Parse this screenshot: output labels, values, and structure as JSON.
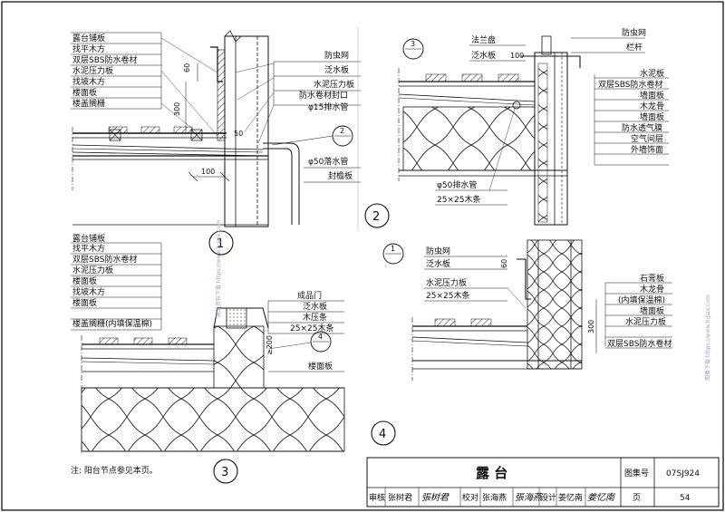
{
  "sheet": {
    "note": "注:   阳台节点参见本页。",
    "title": "露 台",
    "atlas_label": "图集号",
    "atlas_no": "07SJ924",
    "page_label": "页",
    "page_no": "54",
    "review_label": "审核",
    "reviewer": "张树君",
    "reviewer_sign": "張树君",
    "check_label": "校对",
    "checker": "张海燕",
    "checker_sign": "張海燕",
    "design_label": "设计",
    "designer": "姜忆南",
    "designer_sign": "姜忆南",
    "watermark_left": "建筑资料下载 https://www.tujiax.com",
    "watermark_right": "图集下载 https://www.tujiax.com"
  },
  "d1": {
    "left_labels": [
      "露台铺板",
      "找平木方",
      "双层SBS防水卷材",
      "水泥压力板",
      "找坡木方",
      "楼面板",
      "楼盖搁栅"
    ],
    "right_labels": [
      "防虫网",
      "泛水板",
      "水泥压力板",
      "防水卷材封口",
      "φ15排水管"
    ],
    "bottom_right_labels": [
      "φ50落水管",
      "封檐板"
    ],
    "dim_60": "60",
    "dim_300": "300",
    "dim_50": "50",
    "dim_100": "100",
    "ref_2": "2",
    "number": "1"
  },
  "d2": {
    "top_labels": [
      "法兰盘",
      "泛水板"
    ],
    "dim_100": "100",
    "right_top_labels": [
      "防虫网",
      "栏杆"
    ],
    "right_labels": [
      "水泥板",
      "双层SBS防水卷材",
      "墙面板",
      "木龙骨",
      "墙面板",
      "防水透气膜",
      "空气间层",
      "外墙饰面"
    ],
    "bottom_labels": [
      "φ50排水管",
      "25×25木条"
    ],
    "ref_3": "3",
    "number": "2"
  },
  "d3": {
    "left_labels": [
      "露台铺板",
      "找平木方",
      "双层SBS防水卷材",
      "水泥压力板",
      "楼面板",
      "找坡木方",
      "楼面板",
      "楼盖搁栅(内填保温棉)"
    ],
    "right_labels": [
      "成品门",
      "泛水板",
      "木压条",
      "25×25木条"
    ],
    "floor_label": "楼面板",
    "dim_200": "≥200",
    "ref_4": "4",
    "number": "3"
  },
  "d4": {
    "top_labels": [
      "防虫网",
      "泛水板"
    ],
    "dim_60": "60",
    "mid_labels": [
      "水泥压力板",
      "25×25木条"
    ],
    "right_labels": [
      "石膏板",
      "木龙骨",
      "(内填保温棉)",
      "墙面板",
      "水泥压力板",
      "双层SBS防水卷材"
    ],
    "dim_300": "300",
    "ref_1": "1",
    "number": "4"
  }
}
